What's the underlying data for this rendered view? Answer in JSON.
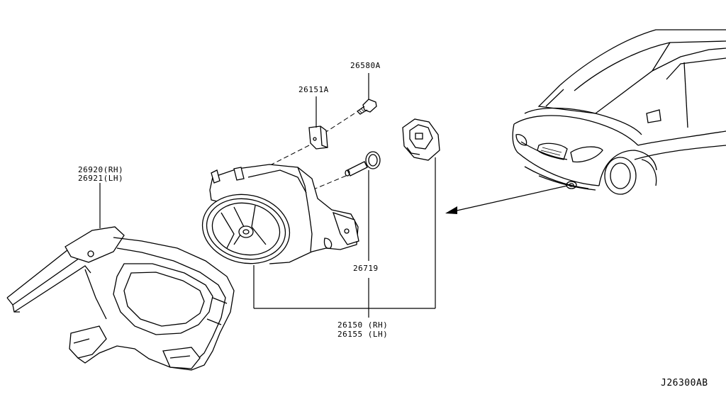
{
  "diagram_id": "J26300AB",
  "callouts": {
    "bolt": "26580A",
    "bracket_clip": "26151A",
    "finisher_rh": "26920(RH)",
    "finisher_lh": "26921(LH)",
    "bulb": "26719",
    "lamp_rh": "26150 (RH)",
    "lamp_lh": "26155 (LH)"
  }
}
